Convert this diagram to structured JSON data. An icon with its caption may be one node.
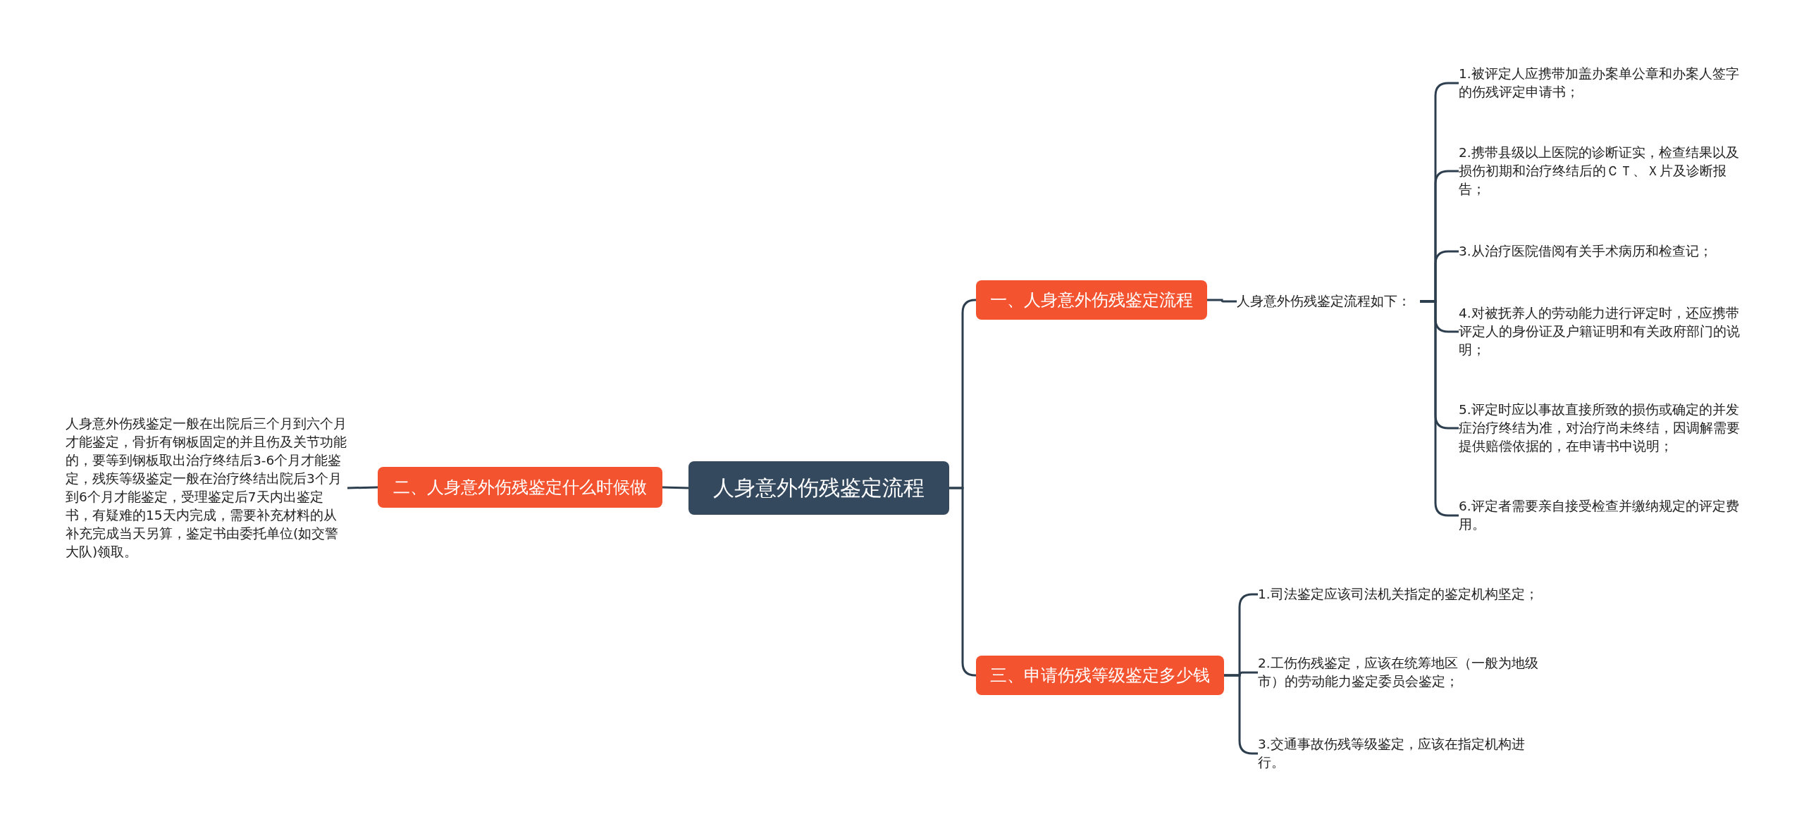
{
  "diagram": {
    "nodes": [
      {
        "text": [
          "人身意外伤残鉴定流程"
        ]
      },
      {
        "text": [
          "一、人身意外伤残鉴定流程"
        ]
      },
      {
        "text": [
          "人身意外伤残鉴定流程如下："
        ]
      },
      {
        "text": [
          "1.被评定人应携带加盖办案单公章和办案人签字的伤残评定申请书；"
        ]
      },
      {
        "text": [
          "2.携带县级以上医院的诊断证实，检查结果以及损伤初期和治疗终结后的ＣＴ、Ｘ片及诊断报告；"
        ]
      },
      {
        "text": [
          "3.从治疗医院借阅有关手术病历和检查记；"
        ]
      },
      {
        "text": [
          "4.对被抚养人的劳动能力进行评定时，还应携带评定人的身份证及户籍证明和有关政府部门的说明；"
        ]
      },
      {
        "text": [
          "5.评定时应以事故直接所致的损伤或确定的并发症治疗终结为准，对治疗尚未终结，因调解需要提供赔偿依据的，在申请书中说明；"
        ]
      },
      {
        "text": [
          "6.评定者需要亲自接受检查并缴纳规定的评定费用。"
        ]
      },
      {
        "text": [
          "二、人身意外伤残鉴定什么时候做"
        ]
      },
      {
        "text": [
          "人身意外伤残鉴定一般在出院后三个月到六个月才能鉴定，骨折有钢板固定的并且伤及关节功能的，要等到钢板取出治疗终结后3-6个月才能鉴定，残疾等级鉴定一般在治疗终结出院后3个月到6个月才能鉴定，受理鉴定后7天内出鉴定书，有疑难的15天内完成，需要补充材料的从补充完成当天另算，鉴定书由委托单位(如交警大队)领取。"
        ]
      },
      {
        "text": [
          "三、申请伤残等级鉴定多少钱"
        ]
      },
      {
        "text": [
          "1.司法鉴定应该司法机关指定的鉴定机构坚定；"
        ]
      },
      {
        "text": [
          "2.工伤伤残鉴定，应该在统筹地区（一般为地级市）的劳动能力鉴定委员会鉴定；"
        ]
      },
      {
        "text": [
          "3.交通事故伤残等级鉴定，应该在指定机构进行。"
        ]
      }
    ],
    "edges": [
      {
        "from": 0,
        "to": 1,
        "arrow": "none"
      },
      {
        "from": 1,
        "to": 2,
        "arrow": "none"
      },
      {
        "from": 2,
        "to": 3,
        "arrow": "none"
      },
      {
        "from": 2,
        "to": 4,
        "arrow": "none"
      },
      {
        "from": 2,
        "to": 5,
        "arrow": "none"
      },
      {
        "from": 2,
        "to": 6,
        "arrow": "none"
      },
      {
        "from": 2,
        "to": 7,
        "arrow": "none"
      },
      {
        "from": 2,
        "to": 8,
        "arrow": "none"
      },
      {
        "from": 0,
        "to": 9,
        "arrow": "none"
      },
      {
        "from": 9,
        "to": 10,
        "arrow": "none"
      },
      {
        "from": 0,
        "to": 11,
        "arrow": "none"
      },
      {
        "from": 11,
        "to": 12,
        "arrow": "none"
      },
      {
        "from": 11,
        "to": 13,
        "arrow": "none"
      },
      {
        "from": 11,
        "to": 14,
        "arrow": "none"
      }
    ]
  }
}
